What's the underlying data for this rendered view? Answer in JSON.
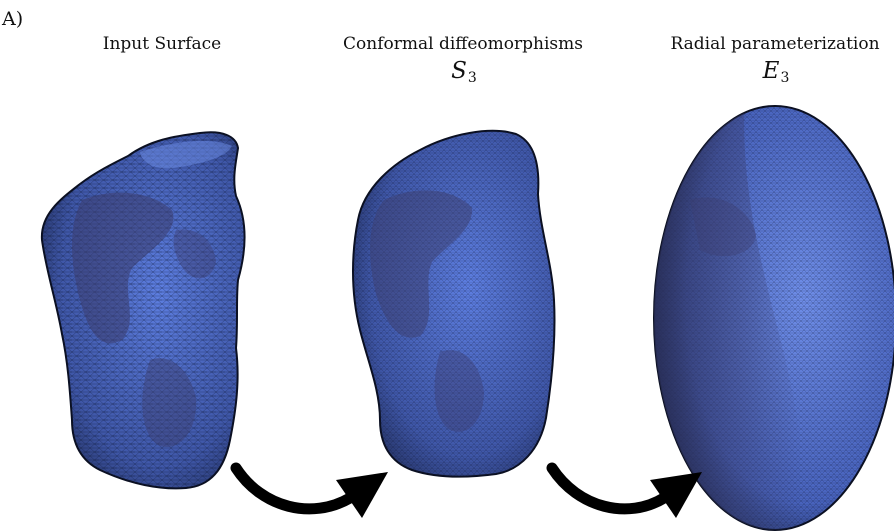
{
  "figure": {
    "panel_label": "A)",
    "columns": [
      {
        "title": "Input Surface",
        "symbol": "",
        "subscript": ""
      },
      {
        "title": "Conformal diffeomorphisms",
        "symbol": "S",
        "subscript": "3"
      },
      {
        "title": "Radial parameterization",
        "symbol": "E",
        "subscript": "3"
      }
    ],
    "colors": {
      "mesh_fill": "#4f6fd0",
      "mesh_shadow": "#1e2a55",
      "mesh_highlight": "#8aa3ee",
      "mesh_lines": "#0d1430",
      "arrow": "#000000"
    },
    "icons": [
      "curved-arrow-right-icon"
    ]
  }
}
